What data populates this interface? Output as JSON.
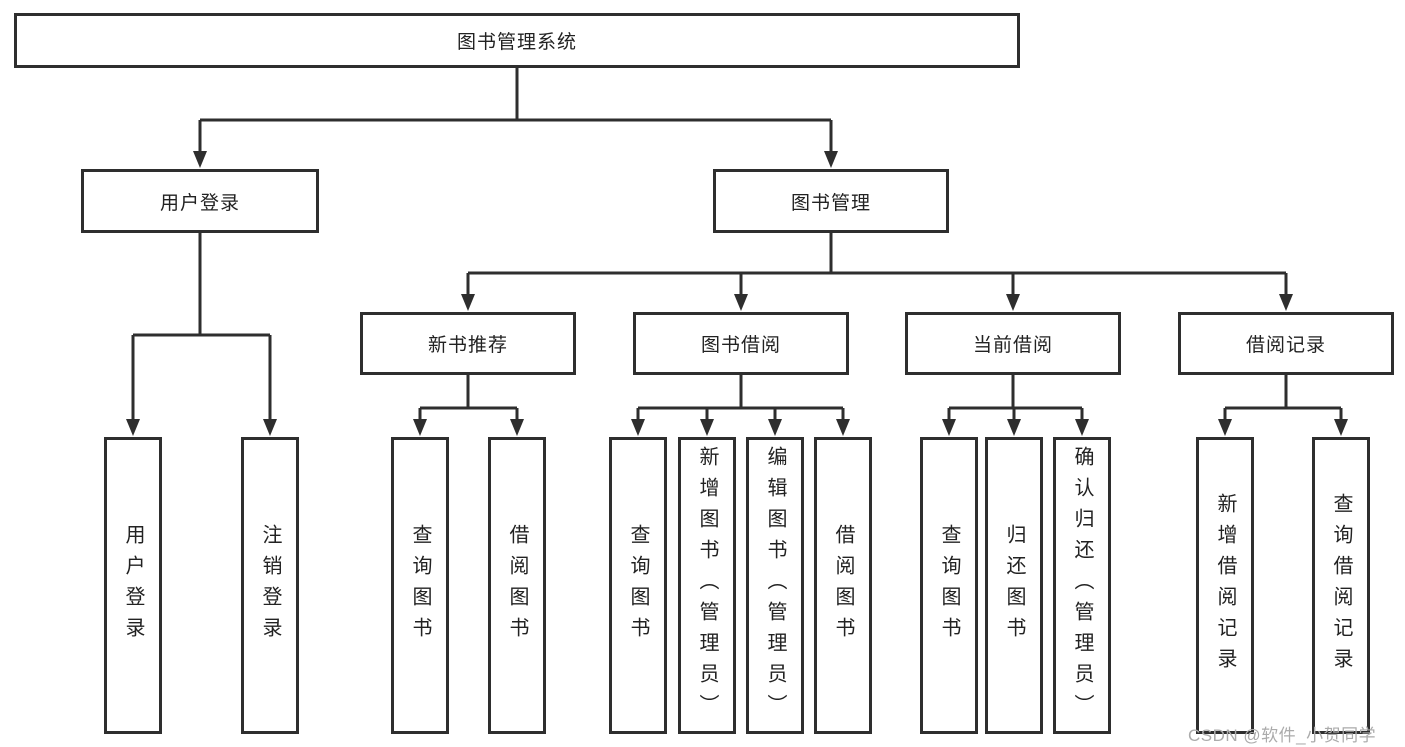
{
  "diagram": {
    "root": "图书管理系统",
    "branches": [
      {
        "label": "用户登录",
        "children": [
          "用户登录",
          "注销登录"
        ]
      },
      {
        "label": "图书管理",
        "groups": [
          {
            "label": "新书推荐",
            "children": [
              "查询图书",
              "借阅图书"
            ]
          },
          {
            "label": "图书借阅",
            "children": [
              "查询图书",
              "新增图书（管理员）",
              "编辑图书（管理员）",
              "借阅图书"
            ]
          },
          {
            "label": "当前借阅",
            "children": [
              "查询图书",
              "归还图书",
              "确认归还（管理员）"
            ]
          },
          {
            "label": "借阅记录",
            "children": [
              "新增借阅记录",
              "查询借阅记录"
            ]
          }
        ]
      }
    ]
  },
  "watermark": "CSDN @软件_小贺同学",
  "colors": {
    "line": "#2e2e2e",
    "text": "#222222",
    "watermark": "#ababab"
  }
}
